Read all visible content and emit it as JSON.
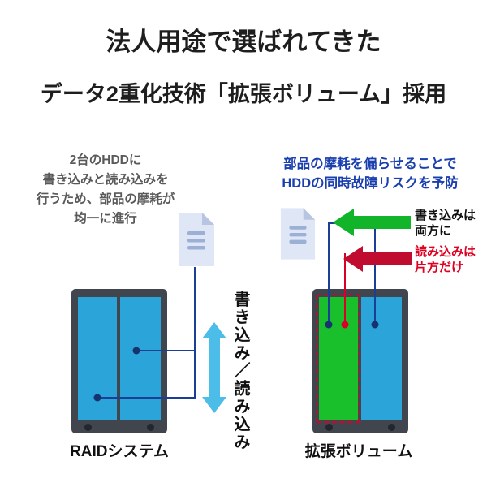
{
  "title": "法人用途で選ばれてきた",
  "subtitle": "データ2重化技術「拡張ボリューム」採用",
  "raid": {
    "description": "2台のHDDに\n書き込みと読み込みを\n行うため、部品の摩耗が\n均一に進行",
    "rw_arrow_label": "書き込み／読み込み",
    "caption": "RAIDシステム"
  },
  "extended_volume": {
    "description": "部品の摩耗を偏らせることで\nHDDの同時故障リスクを予防",
    "write_arrow_label": "書き込みは\n両方に",
    "read_arrow_label": "読み込みは\n片方だけ",
    "caption": "拡張ボリューム"
  },
  "icons": {
    "document_left": "document-icon",
    "document_right": "document-icon",
    "write_arrow": "green-left-arrow-icon",
    "read_arrow": "red-left-arrow-icon",
    "read_write_arrow": "cyan-vertical-double-arrow-icon"
  },
  "colors": {
    "title-text": "#1e1e1e",
    "gray-text": "#595959",
    "blue-text": "#1a3fae",
    "red-text": "#e00021",
    "green": "#12b42a",
    "red": "#c00c2e",
    "cyan": "#4cbde8",
    "navy": "#1c3f96",
    "nas-body": "#41454e",
    "drive-blue": "#2ba4d9",
    "drive-green": "#19c02c",
    "dot-navy": "#16336e",
    "dot-red": "#d8002a",
    "doc-fill": "#dfe7f6",
    "doc-fold": "#b7c5e2",
    "doc-line": "#9cafd4"
  }
}
